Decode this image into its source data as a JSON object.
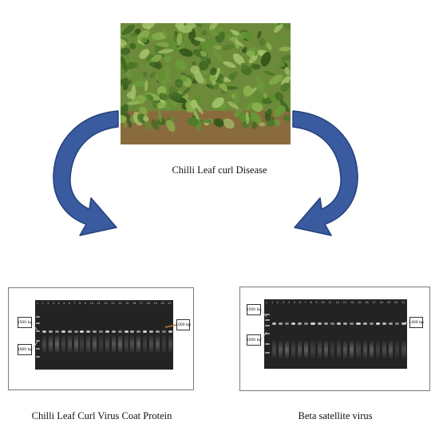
{
  "photo": {
    "caption": "Chilli Leaf curl Disease"
  },
  "gels": {
    "left": {
      "lane_numbers": [
        "L",
        "1",
        "2",
        "3",
        "4",
        "5",
        "6",
        "7",
        "8",
        "9",
        "10",
        "11",
        "12",
        "13",
        "14",
        "15",
        "16",
        "17",
        "18",
        "19",
        "20",
        "21"
      ],
      "ladder_labels": [
        "1500 bp",
        "1000 bp"
      ],
      "band_label": "1000 bp",
      "caption": "Chilli Leaf Curl Virus Coat Protein"
    },
    "right": {
      "lane_numbers": [
        "L",
        "1",
        "2",
        "3",
        "4",
        "5",
        "6",
        "7",
        "8",
        "9",
        "10",
        "11",
        "12",
        "13",
        "14",
        "15",
        "16",
        "17",
        "18",
        "19",
        "20",
        "21"
      ],
      "ladder_labels": [
        "1500 bp",
        "1000 bp"
      ],
      "band_label": "1400 bp",
      "caption": "Beta satellite virus"
    }
  },
  "colors": {
    "arrow_fill": "#3a5ba0",
    "arrow_stroke": "#24407a",
    "gel_background": "#232323",
    "band": "#e6e6e6"
  }
}
